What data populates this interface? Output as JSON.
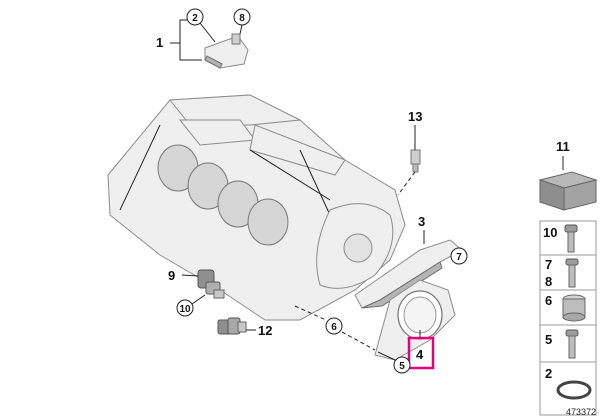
{
  "callouts": {
    "n1": "1",
    "n2": "2",
    "n3": "3",
    "n4": "4",
    "n5": "5",
    "n6": "6",
    "n7": "7",
    "n8": "8",
    "n9": "9",
    "n10": "10",
    "n11": "11",
    "n12": "12",
    "n13": "13"
  },
  "side_panel": {
    "box11": "11",
    "row10": "10",
    "row7": "7",
    "row8": "8",
    "row6": "6",
    "row5": "5",
    "row2": "2"
  },
  "highlight_color": "#e5007e",
  "reference_code": "473372"
}
